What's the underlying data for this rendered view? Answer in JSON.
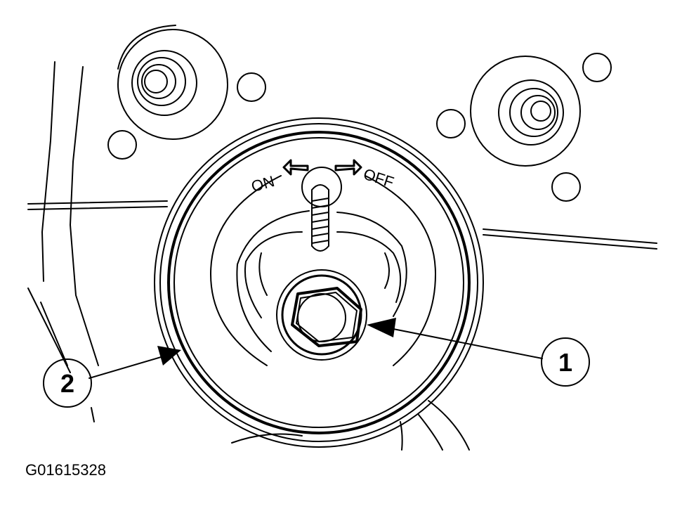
{
  "diagram": {
    "figure_id": "G01615328",
    "switch_labels": {
      "on": "ON",
      "off": "OFF"
    },
    "callouts": [
      {
        "number": "1",
        "target": "center-bolt"
      },
      {
        "number": "2",
        "target": "outer-housing-ring"
      }
    ]
  }
}
